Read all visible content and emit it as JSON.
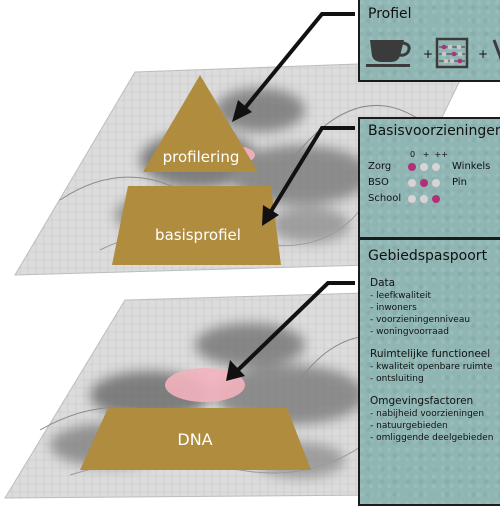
{
  "pyramid_top": {
    "apex_label": "profilering",
    "base_label": "basisprofiel"
  },
  "pyramid_bottom": {
    "label": "DNA"
  },
  "panel_profiel": {
    "title": "Profiel",
    "plus": "+",
    "icons": [
      "coffee-cup-icon",
      "abacus-icon",
      "partial-icon"
    ]
  },
  "panel_basis": {
    "title": "Basisvoorzieningen",
    "scale_header": "0   +  ++",
    "rows": [
      {
        "label": "Zorg",
        "dots": [
          1,
          0,
          0
        ]
      },
      {
        "label": "BSO",
        "dots": [
          0,
          1,
          0
        ]
      },
      {
        "label": "School",
        "dots": [
          0,
          0,
          1
        ]
      }
    ],
    "right_labels": [
      "Winkels",
      "Pin"
    ],
    "colors": {
      "dot_active": "#b0307a",
      "dot_inactive": "#d9d2d6"
    }
  },
  "panel_gebied": {
    "title": "Gebiedspaspoort",
    "sections": [
      {
        "heading": "Data",
        "items": [
          "- leefkwaliteit",
          "- inwoners",
          "- voorzieningenniveau",
          "- woningvoorraad"
        ]
      },
      {
        "heading": "Ruimtelijke functioneel",
        "items": [
          "- kwaliteit openbare ruimte",
          "- ontsluiting"
        ]
      },
      {
        "heading": "Omgevingsfactoren",
        "items": [
          "- nabijheid voorzieningen",
          "- natuurgebieden",
          "- omliggende deelgebieden"
        ]
      }
    ]
  },
  "colors": {
    "pyramid": "#b08c3e",
    "panel_bg": "#8fb6b3",
    "highlight": "#f2b3bd"
  }
}
